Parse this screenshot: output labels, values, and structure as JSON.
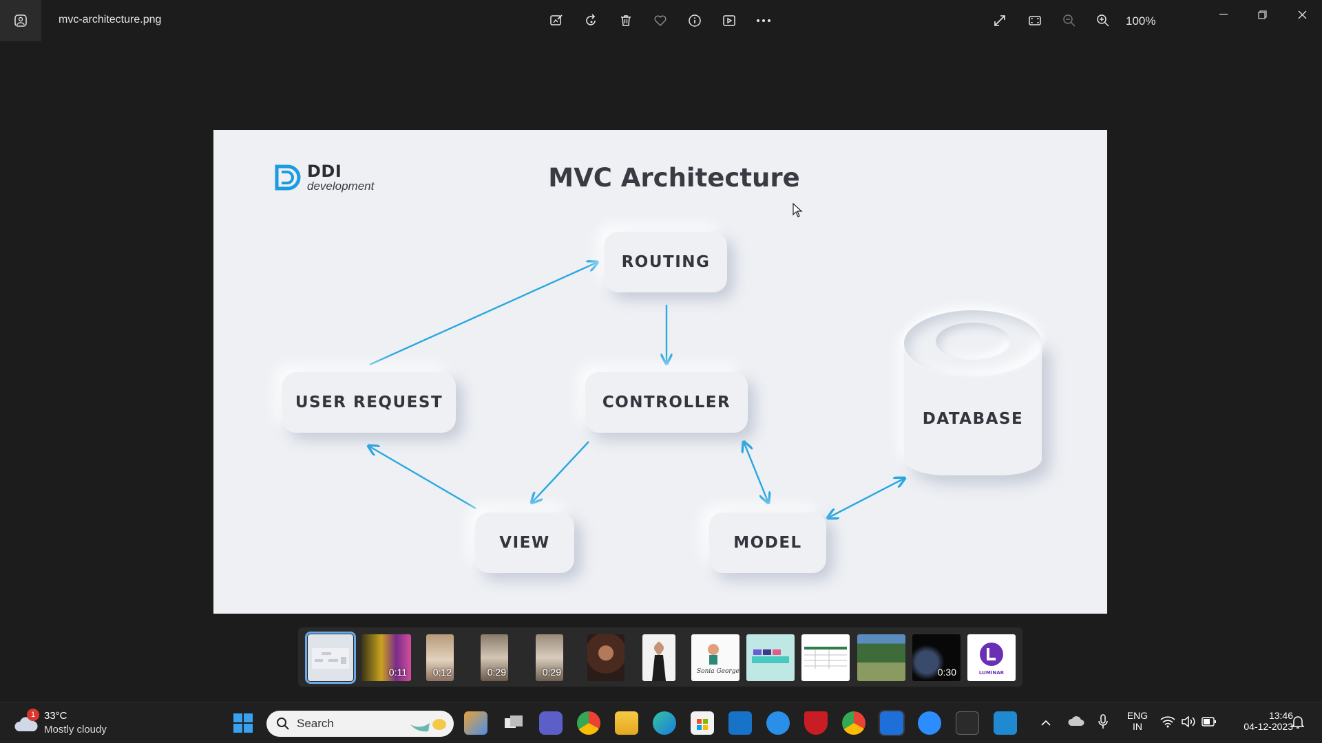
{
  "window": {
    "filename": "mvc-architecture.png",
    "zoom": "100%"
  },
  "toolbar": {
    "edit": "edit-image-icon",
    "rotate": "rotate-icon",
    "delete": "delete-icon",
    "favorite": "heart-icon",
    "info": "info-icon",
    "slideshow": "slideshow-icon",
    "more": "more-icon",
    "fullscreen": "fullscreen-icon",
    "fit": "fit-icon",
    "zoom_out": "zoom-out-icon",
    "zoom_in": "zoom-in-icon"
  },
  "slide": {
    "logo_main": "DDI",
    "logo_sub": "development",
    "title": "MVC Architecture",
    "nodes": {
      "routing": "ROUTING",
      "user_request": "USER REQUEST",
      "controller": "CONTROLLER",
      "view": "VIEW",
      "model": "MODEL",
      "database": "DATABASE"
    },
    "edges": [
      {
        "from": "USER REQUEST",
        "to": "ROUTING"
      },
      {
        "from": "ROUTING",
        "to": "CONTROLLER"
      },
      {
        "from": "CONTROLLER",
        "to": "VIEW"
      },
      {
        "from": "VIEW",
        "to": "USER REQUEST"
      },
      {
        "from": "CONTROLLER",
        "to": "MODEL",
        "bidirectional": true
      },
      {
        "from": "MODEL",
        "to": "DATABASE",
        "bidirectional": true
      }
    ],
    "arrow_color": "#2aa7e0",
    "logo_color": "#1d9be0"
  },
  "filmstrip": {
    "thumbnails": [
      {
        "kind": "image",
        "duration": ""
      },
      {
        "kind": "video",
        "duration": "0:11"
      },
      {
        "kind": "video",
        "duration": "0:12"
      },
      {
        "kind": "video",
        "duration": "0:29"
      },
      {
        "kind": "video",
        "duration": "0:29"
      },
      {
        "kind": "image",
        "duration": ""
      },
      {
        "kind": "image",
        "duration": ""
      },
      {
        "kind": "image",
        "duration": ""
      },
      {
        "kind": "image",
        "duration": ""
      },
      {
        "kind": "image",
        "duration": ""
      },
      {
        "kind": "image",
        "duration": ""
      },
      {
        "kind": "video",
        "duration": "0:30"
      },
      {
        "kind": "image",
        "duration": ""
      }
    ]
  },
  "taskbar": {
    "weather_badge": "1",
    "temperature": "33°C",
    "weather": "Mostly cloudy",
    "search_placeholder": "Search",
    "language": "ENG",
    "region": "IN",
    "time": "13:46",
    "date": "04-12-2023"
  }
}
